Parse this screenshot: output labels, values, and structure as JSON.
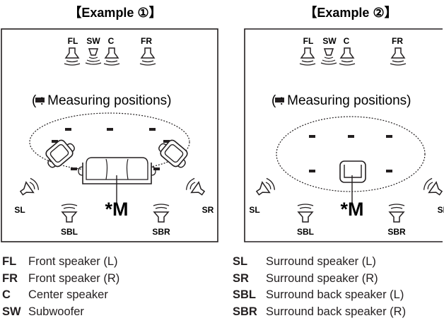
{
  "examples": [
    {
      "title": "【Example ①】",
      "speakers": {
        "fl": "FL",
        "sw": "SW",
        "c": "C",
        "fr": "FR",
        "sl": "SL",
        "sr": "SR",
        "sbl": "SBL",
        "sbr": "SBR"
      },
      "measuring_note": "( : Measuring positions)",
      "main_position": "*M"
    },
    {
      "title": "【Example ②】",
      "speakers": {
        "fl": "FL",
        "sw": "SW",
        "c": "C",
        "fr": "FR",
        "sl": "SL",
        "sr": "SR",
        "sbl": "SBL",
        "sbr": "SBR"
      },
      "measuring_note": "( : Measuring positions)",
      "main_position": "*M"
    }
  ],
  "legend": {
    "left": [
      {
        "abbr": "FL",
        "text": "Front speaker (L)"
      },
      {
        "abbr": "FR",
        "text": "Front speaker (R)"
      },
      {
        "abbr": "C",
        "text": "Center speaker"
      },
      {
        "abbr": "SW",
        "text": "Subwoofer"
      }
    ],
    "right": [
      {
        "abbr": "SL",
        "text": "Surround speaker (L)"
      },
      {
        "abbr": "SR",
        "text": "Surround speaker (R)"
      },
      {
        "abbr": "SBL",
        "text": "Surround back speaker (L)"
      },
      {
        "abbr": "SBR",
        "text": "Surround back speaker (R)"
      }
    ]
  }
}
